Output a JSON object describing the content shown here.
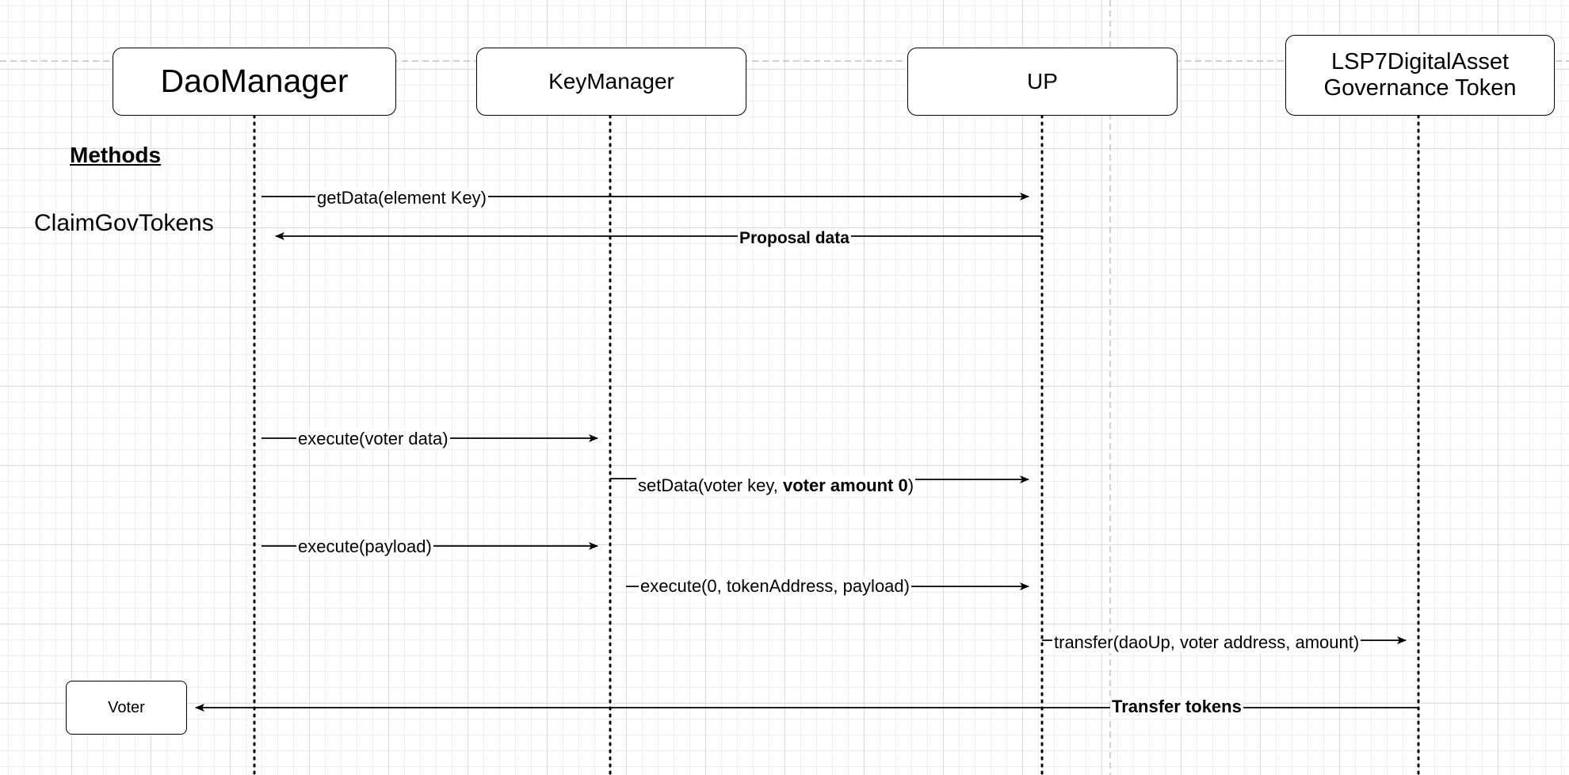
{
  "actors": {
    "daomanager": "DaoManager",
    "keymanager": "KeyManager",
    "up": "UP",
    "lsp7_line1": "LSP7DigitalAsset",
    "lsp7_line2": "Governance Token",
    "voter": "Voter"
  },
  "sidebar": {
    "heading": "Methods",
    "method": "ClaimGovTokens"
  },
  "messages": {
    "getdata": "getData(element Key)",
    "proposal_data": "Proposal data",
    "execute_voter": "execute(voter data)",
    "setdata_prefix": "setData(voter key, ",
    "setdata_bold": "voter amount 0",
    "setdata_suffix": ")",
    "execute_payload": "execute(payload)",
    "execute_token": "execute(0, tokenAddress, payload)",
    "transfer": "transfer(daoUp, voter address, amount)",
    "transfer_tokens": "Transfer tokens"
  },
  "colors": {
    "line": "#000000",
    "grid_major": "#dcdcdc",
    "grid_minor": "#eeeeee",
    "dashed_guide": "#b5b5b5"
  }
}
